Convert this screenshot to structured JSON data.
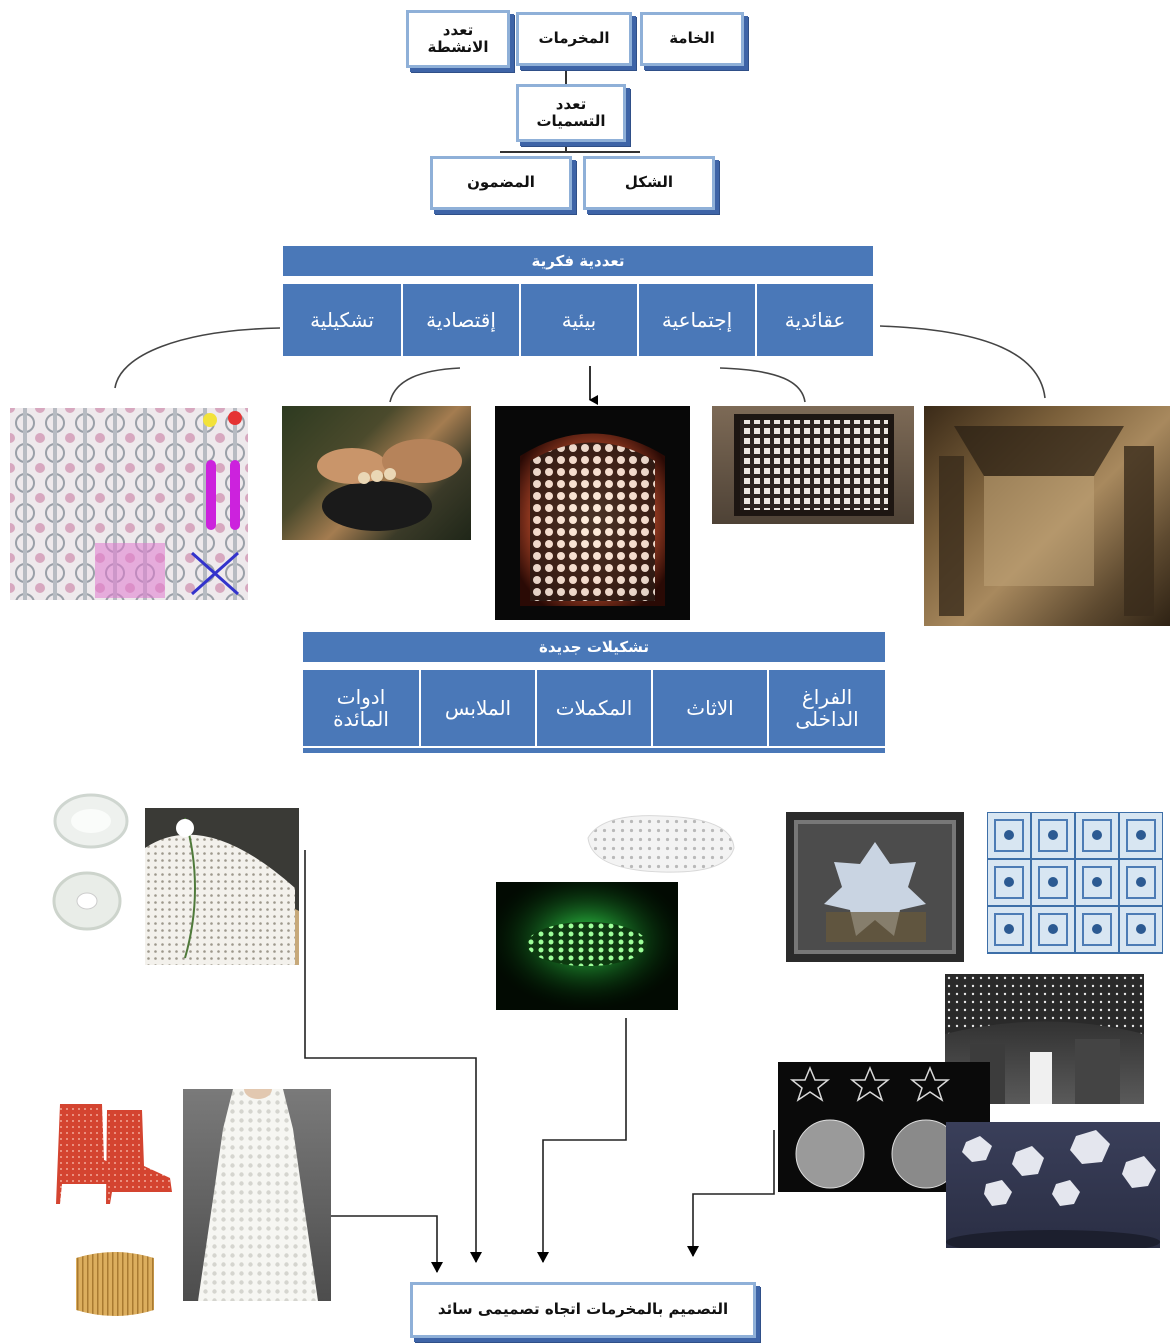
{
  "top_boxes": {
    "material": "الخامة",
    "perforated": "المخرمات",
    "activities": "تعدد\nالانشطة",
    "names": "تعدد\nالتسميات",
    "shape": "الشكل",
    "content": "المضمون"
  },
  "intellectual": {
    "header": "تعددية فكرية",
    "cells": [
      "عقائدية",
      "إجتماعية",
      "بيئية",
      "إقتصادية",
      "تشكيلية"
    ]
  },
  "formations": {
    "header": "تشكيلات جديدة",
    "cells": [
      "الفراغ\nالداخلى",
      "الاثاث",
      "المكملات",
      "الملابس",
      "ادوات\nالمائدة"
    ]
  },
  "final_box": "التصميم بالمخرمات اتجاه تصميمى سائد",
  "photos": [
    "pattern-tiles",
    "hands-crafting",
    "lit-mashrabiya-window",
    "mashrabiya-window",
    "dark-interior-room",
    "white-dish",
    "perforated-bowl",
    "white-lamp-shade",
    "green-lit-lamp",
    "star-window-interior",
    "blue-tiled-screen",
    "starry-dome-interior",
    "star-patterns-grid",
    "hexagon-cutouts",
    "red-perforated-boots",
    "white-lace-dress",
    "gold-cuff"
  ]
}
